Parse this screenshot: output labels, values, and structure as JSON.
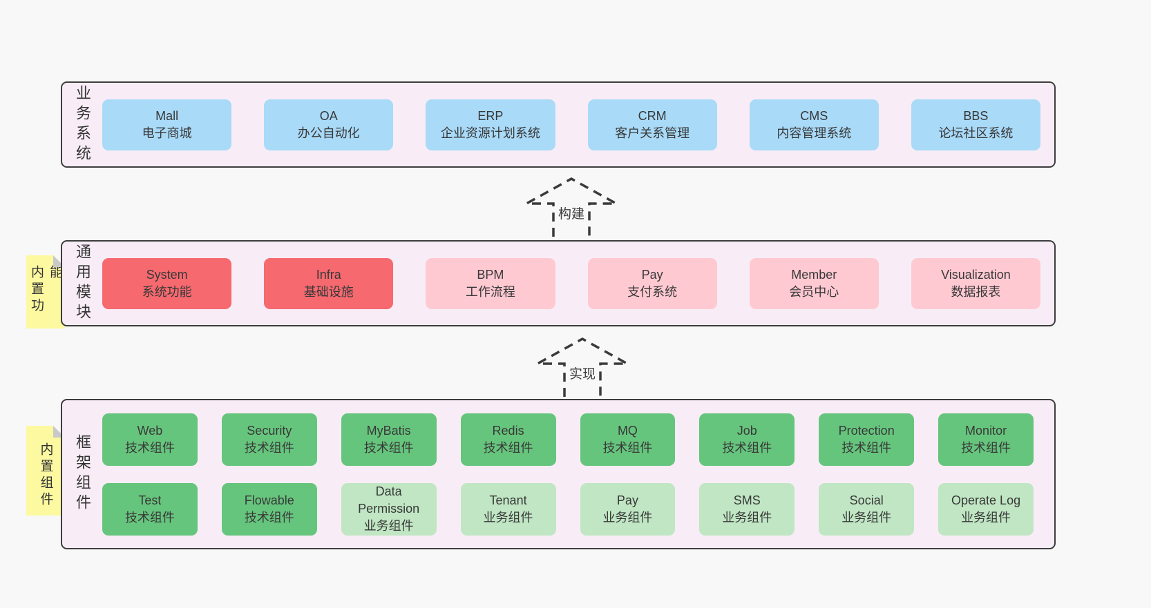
{
  "colors": {
    "page_background": "#f8f8f8",
    "band_background": "#f8edf6",
    "band_border": "#3d3d3d",
    "blue_box": "#a9daf8",
    "red_box": "#f5696f",
    "pink_box": "#ffc9d2",
    "green_box": "#66c57d",
    "light_green_box": "#c0e6c3",
    "note_yellow": "#fcf9a0",
    "text": "#3c3c3c"
  },
  "bands": [
    {
      "label": "业务系统",
      "items": [
        {
          "name": "Mall",
          "subtitle": "电子商城"
        },
        {
          "name": "OA",
          "subtitle": "办公自动化"
        },
        {
          "name": "ERP",
          "subtitle": "企业资源计划系统"
        },
        {
          "name": "CRM",
          "subtitle": "客户关系管理"
        },
        {
          "name": "CMS",
          "subtitle": "内容管理系统"
        },
        {
          "name": "BBS",
          "subtitle": "论坛社区系统"
        }
      ]
    },
    {
      "label": "通用模块",
      "note": "内置功能",
      "items": [
        {
          "name": "System",
          "subtitle": "系统功能"
        },
        {
          "name": "Infra",
          "subtitle": "基础设施"
        },
        {
          "name": "BPM",
          "subtitle": "工作流程"
        },
        {
          "name": "Pay",
          "subtitle": "支付系统"
        },
        {
          "name": "Member",
          "subtitle": "会员中心"
        },
        {
          "name": "Visualization",
          "subtitle": "数据报表"
        }
      ]
    },
    {
      "label": "框架组件",
      "note": "内置组件",
      "rows": [
        [
          {
            "name": "Web",
            "subtitle": "技术组件"
          },
          {
            "name": "Security",
            "subtitle": "技术组件"
          },
          {
            "name": "MyBatis",
            "subtitle": "技术组件"
          },
          {
            "name": "Redis",
            "subtitle": "技术组件"
          },
          {
            "name": "MQ",
            "subtitle": "技术组件"
          },
          {
            "name": "Job",
            "subtitle": "技术组件"
          },
          {
            "name": "Protection",
            "subtitle": "技术组件"
          },
          {
            "name": "Monitor",
            "subtitle": "技术组件"
          }
        ],
        [
          {
            "name": "Test",
            "subtitle": "技术组件"
          },
          {
            "name": "Flowable",
            "subtitle": "技术组件"
          },
          {
            "name": "Data Permission",
            "subtitle": "业务组件"
          },
          {
            "name": "Tenant",
            "subtitle": "业务组件"
          },
          {
            "name": "Pay",
            "subtitle": "业务组件"
          },
          {
            "name": "SMS",
            "subtitle": "业务组件"
          },
          {
            "name": "Social",
            "subtitle": "业务组件"
          },
          {
            "name": "Operate Log",
            "subtitle": "业务组件"
          }
        ]
      ]
    }
  ],
  "arrows": [
    {
      "label": "构建"
    },
    {
      "label": "实现"
    }
  ]
}
